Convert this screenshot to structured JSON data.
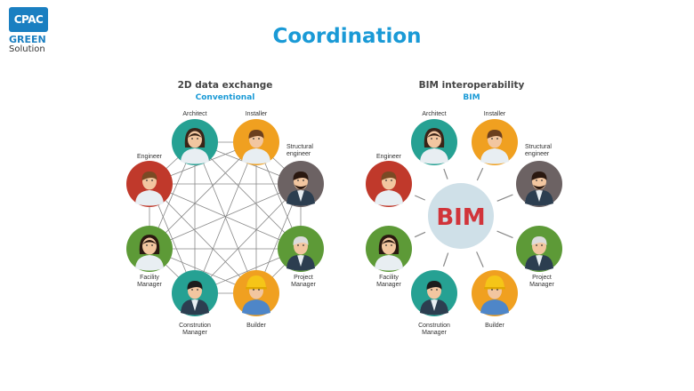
{
  "logo": {
    "brand": "CPAC",
    "line1": "GREEN",
    "line2": "Solution"
  },
  "title": "Coordination",
  "left": {
    "heading": "2D data exchange",
    "subheading": "Conventional"
  },
  "right": {
    "heading": "BIM interoperability",
    "subheading": "BIM",
    "hub_label": "BIM"
  },
  "roles": [
    {
      "key": "architect",
      "lines": [
        "Architect"
      ],
      "color": "#26a193",
      "hair": "#3a2418",
      "female": true,
      "hat": false
    },
    {
      "key": "installer",
      "lines": [
        "Installer"
      ],
      "color": "#f0a020",
      "hair": "#6b3f1f",
      "female": false,
      "hat": false
    },
    {
      "key": "structural",
      "lines": [
        "Structural",
        "engineer"
      ],
      "color": "#6c6263",
      "hair": "#2a1810",
      "female": false,
      "hat": false
    },
    {
      "key": "project",
      "lines": [
        "Project",
        "Manager"
      ],
      "color": "#5d9a37",
      "hair": "#dcdcdc",
      "female": false,
      "hat": false
    },
    {
      "key": "builder",
      "lines": [
        "Builder"
      ],
      "color": "#f0a020",
      "hair": "#6b3f1f",
      "female": false,
      "hat": true
    },
    {
      "key": "construction",
      "lines": [
        "Constrution",
        "Manager"
      ],
      "color": "#26a193",
      "hair": "#1c1c1c",
      "female": false,
      "hat": false
    },
    {
      "key": "facility",
      "lines": [
        "Facility",
        "Manager"
      ],
      "color": "#5d9a37",
      "hair": "#2a1810",
      "female": true,
      "hat": false
    },
    {
      "key": "engineer",
      "lines": [
        "Engineer"
      ],
      "color": "#c0392b",
      "hair": "#7a4a24",
      "female": false,
      "hat": false
    }
  ],
  "colors": {
    "title": "#1a9ad6",
    "bim_text": "#d1343a",
    "bim_hub": "#cfe0e8",
    "lines": "#888888"
  }
}
